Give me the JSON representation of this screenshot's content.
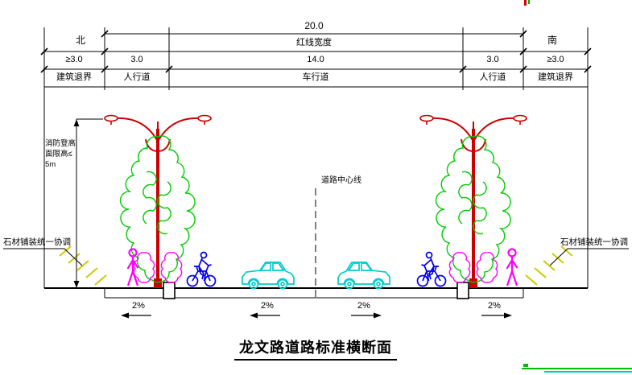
{
  "title": "龙文路道路标准横断面",
  "dim_table": {
    "total_width": "20.0",
    "red_line_label": "红线宽度",
    "north_label": "北",
    "south_label": "南",
    "left_setback": {
      "width": "≥3.0",
      "label": "建筑退界"
    },
    "right_setback": {
      "width": "≥3.0",
      "label": "建筑退界"
    },
    "left_sidewalk": {
      "width": "3.0",
      "label": "人行道"
    },
    "roadway": {
      "width": "14.0",
      "label": "车行道"
    },
    "right_sidewalk": {
      "width": "3.0",
      "label": "人行道"
    }
  },
  "annotations": {
    "fire_height_limit": [
      "消防登高",
      "面限高≤",
      "5m"
    ],
    "center_line_label": "道路中心线",
    "left_paving_note": "石材铺装统一协调",
    "right_paving_note": "石材铺装统一协调",
    "slope_labels": [
      "2%",
      "2%",
      "2%",
      "2%"
    ]
  },
  "colors": {
    "linework": "#000000",
    "lamp_red": "#cc0000",
    "tree_green": "#00cc00",
    "shrub_magenta": "#ff00ff",
    "cyclist_blue": "#0000ee",
    "car_cyan": "#00cccc",
    "ramp_hatch_yellow": "#cccc00"
  }
}
